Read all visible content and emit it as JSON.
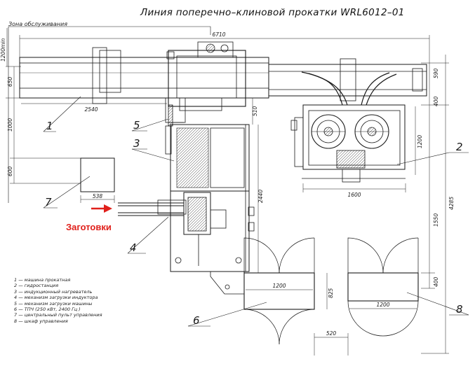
{
  "title": "Линия поперечно–клиновой прокатки WRL6012–01",
  "service_zone_label": "Зона обслуживания",
  "workpiece_label": "Заготовки",
  "callouts": [
    "1",
    "2",
    "3",
    "4",
    "5",
    "6",
    "7",
    "8"
  ],
  "dimensions": {
    "top_width": "6710",
    "left_top_1200": "1200min",
    "left_650": "650",
    "left_1000": "1000",
    "left_600": "600",
    "roller_2540": "2540",
    "mid_510": "510",
    "cab7_538": "538",
    "mid_2440": "2440",
    "hyd_1600": "1600",
    "hyd_1200": "1200",
    "right_590": "590",
    "right_400_top": "400",
    "right_1550": "1550",
    "right_4285": "4285",
    "right_400_bot": "400",
    "cab6_1200": "1200",
    "cab6_825": "825",
    "cab8_1200": "1200",
    "gap_520": "520"
  },
  "legend": [
    "1 — машина прокатная",
    "2 — гидростанция",
    "3 — индукционный нагреватель",
    "4 — механизм загрузки индуктора",
    "5 — механизм загрузки машины",
    "6 — ТПЧ (250 кВт, 2400 Гц )",
    "7 — центральный пульт управления",
    "8 — шкаф управления"
  ],
  "colors": {
    "line": "#1a1a1a",
    "accent": "#e0201b",
    "background": "#ffffff"
  }
}
